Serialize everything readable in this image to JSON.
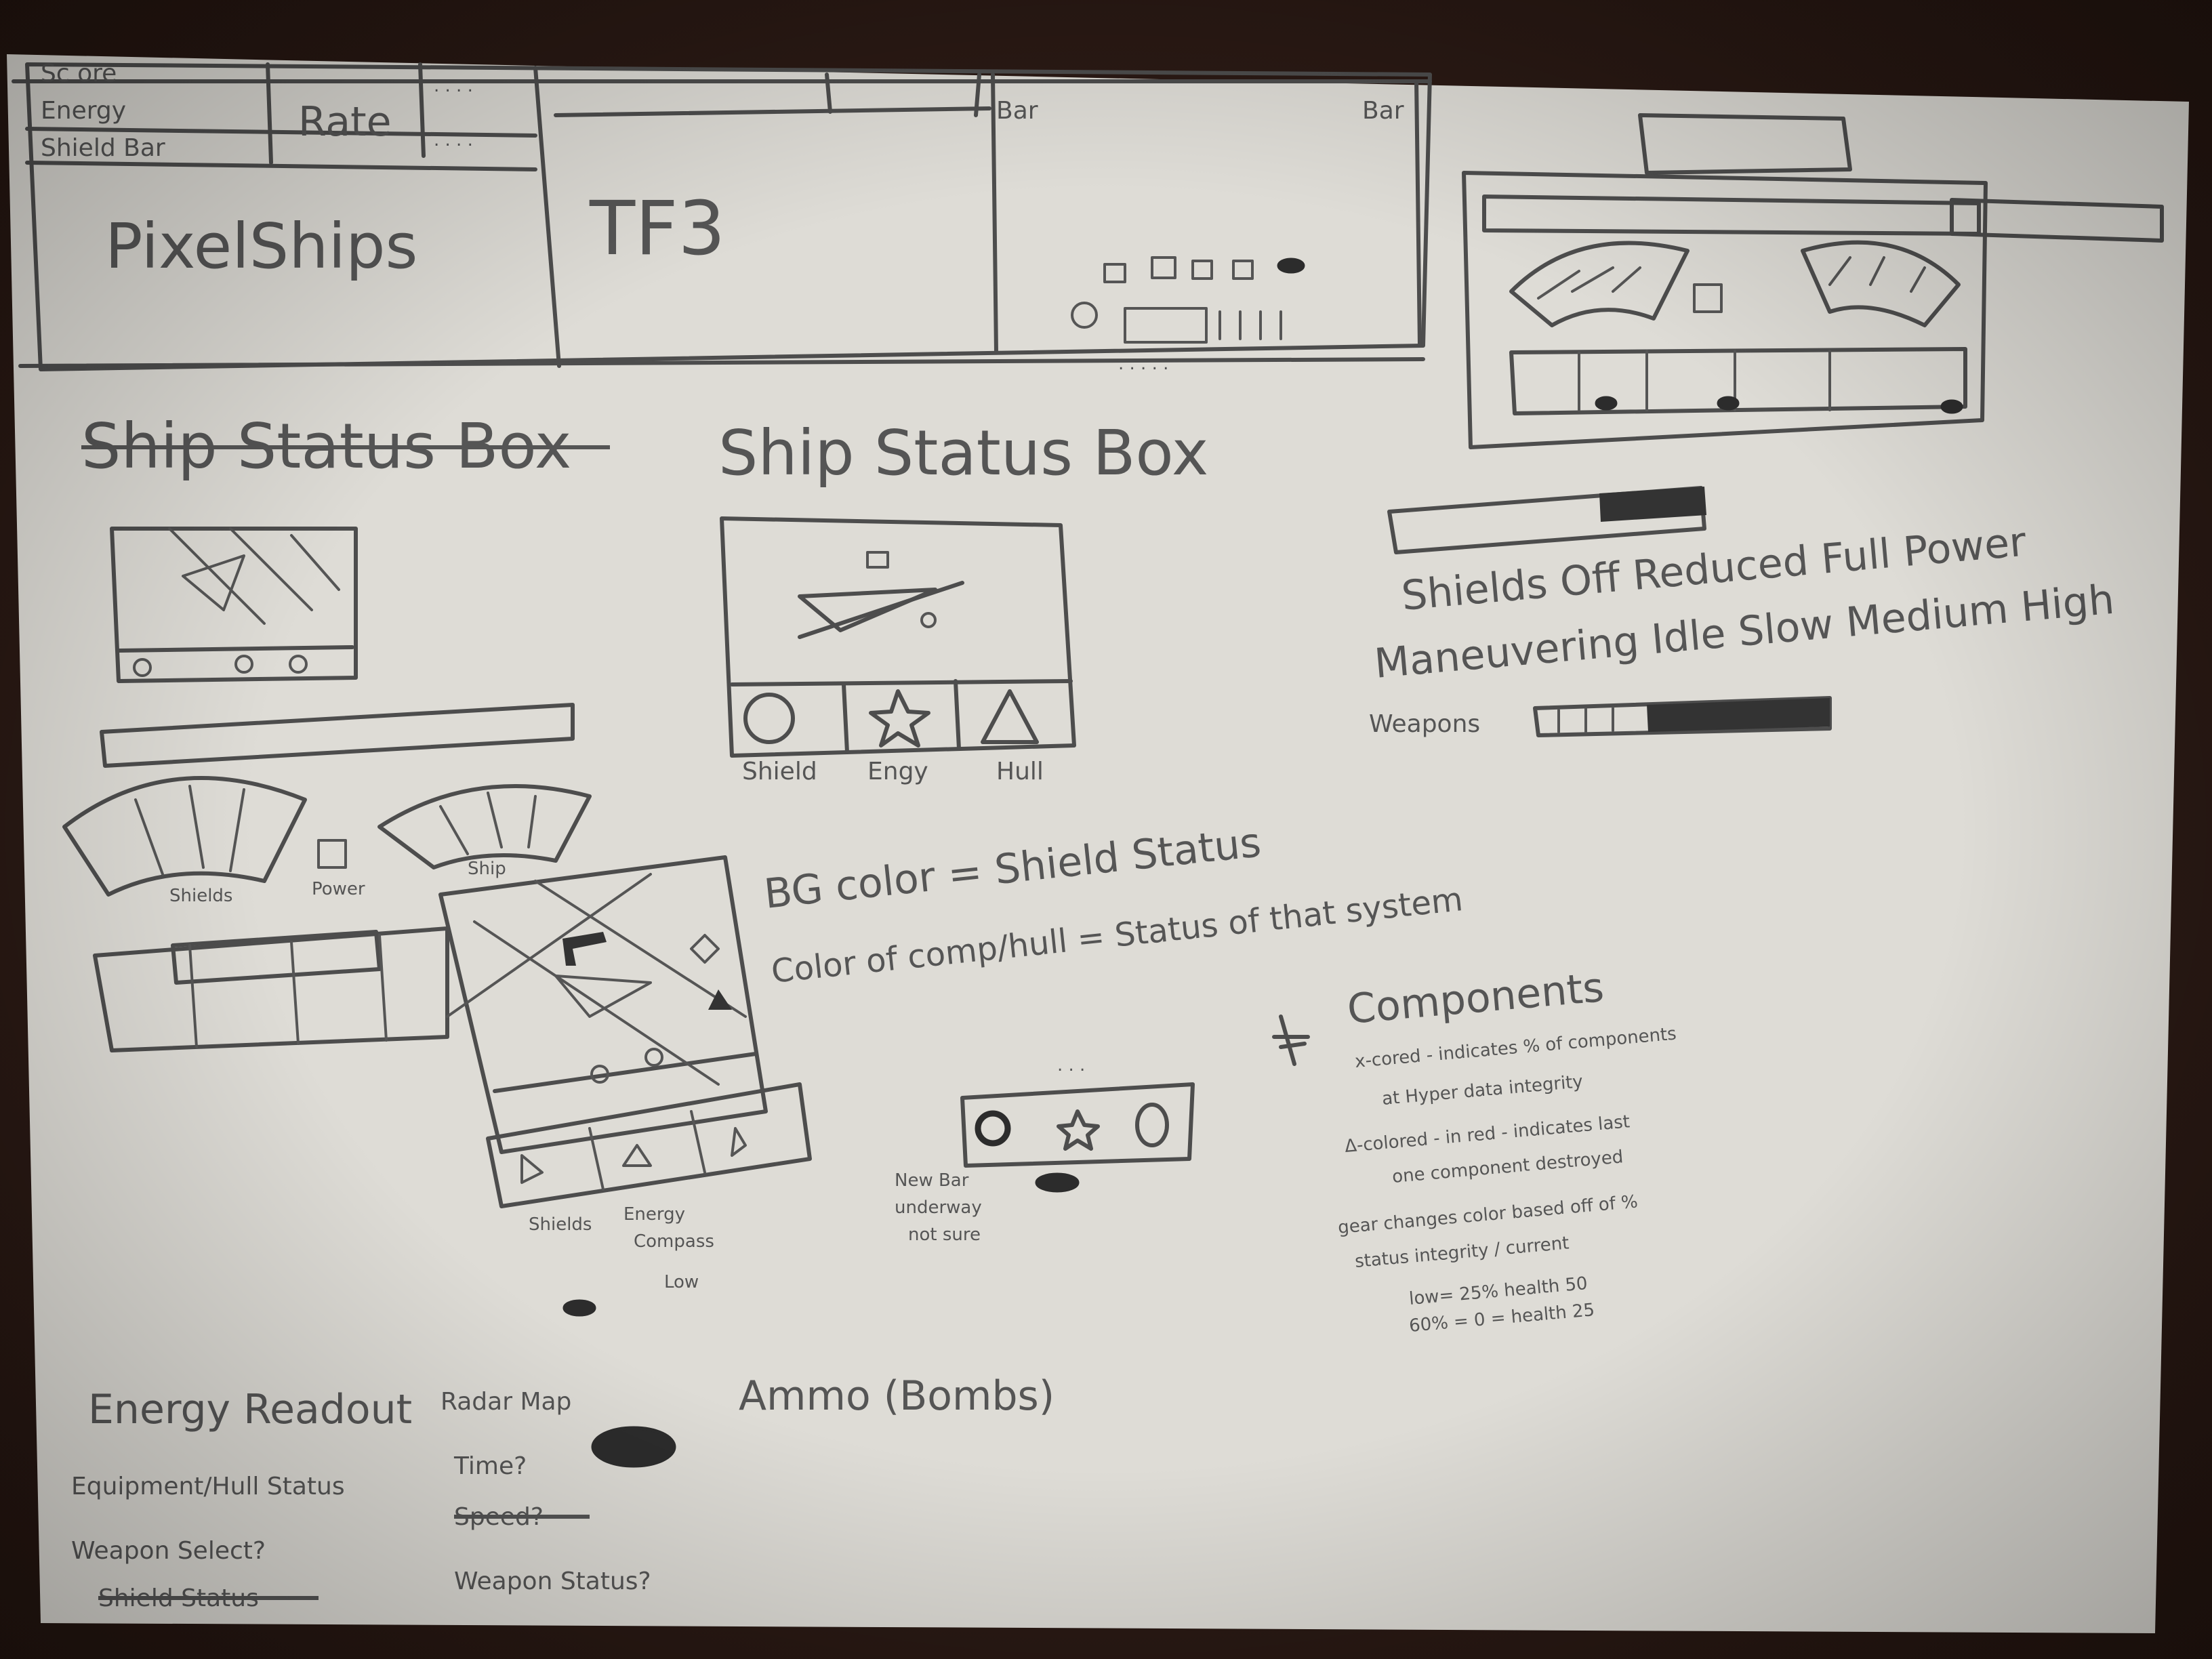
{
  "sketch": {
    "mockup_panels": {
      "top_left_menu": [
        "Sc ore",
        "Energy",
        "Shield Bar"
      ],
      "rate_label": "Rate",
      "title_left": "PixelShips",
      "title_middle": "TF3",
      "top_right_label": "Bar"
    },
    "headings": {
      "ship_status_box_crossed": "Ship Status Box",
      "ship_status_box": "Ship Status Box"
    },
    "status_box_labels": [
      "Shield",
      "Engy",
      "Hull"
    ],
    "legend_lines": {
      "bg_color": "BG color = Shield Status",
      "color_of_comp": "Color of comp/hull = Status of that system"
    },
    "right_notes": {
      "shields_row": "Shields Off Reduced Full Power",
      "maneuvering_row": "Maneuvering Idle Slow Medium High",
      "weapons_label": "Weapons"
    },
    "component_notes": {
      "title": "Components",
      "lines": [
        "x-cored - indicates % of components",
        "at Hyper data integrity",
        "Δ-colored - in red - indicates last",
        "one component destroyed",
        "gear changes color based off of %",
        "status integrity / current",
        "low= 25% health 50",
        "60% = 0 = health 25"
      ]
    },
    "small_labels": {
      "shields_sm": "Shields",
      "power_sm": "Power",
      "ship_label": "Ship",
      "shields_under": "Shields",
      "energy_under": "Energy",
      "compass_under": "Compass",
      "low_under": "Low",
      "new_bar_note": "New Bar",
      "underway_note": "underway",
      "not_sure_note": "not sure"
    },
    "bottom_notes": {
      "energy_readout": "Energy Readout",
      "equipment_status": "Equipment/Hull Status",
      "weapon_select": "Weapon Select?",
      "shield_status": "Shield Status",
      "radar_map": "Radar Map",
      "time": "Time?",
      "speed": "Speed?",
      "weapon_status": "Weapon Status?",
      "ammo": "Ammo (Bombs)"
    }
  }
}
